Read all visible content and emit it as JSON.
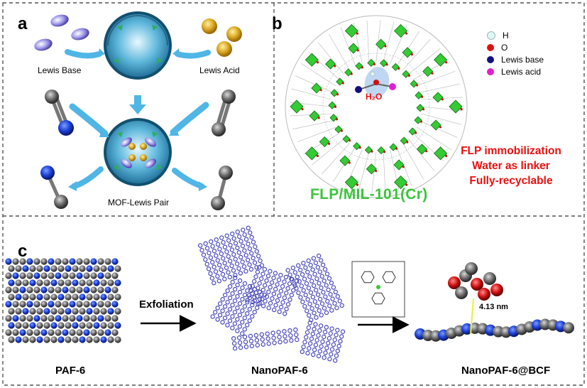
{
  "panels": {
    "a": {
      "letter": "a",
      "lewis_base": "Lewis Base",
      "lewis_acid": "Lewis Acid",
      "mof_pair": "MOF-Lewis Pair"
    },
    "b": {
      "letter": "b",
      "legend": [
        {
          "label": "H",
          "color": "#dff7f7"
        },
        {
          "label": "O",
          "color": "#e01010"
        },
        {
          "label": "Lewis base",
          "color": "#101080"
        },
        {
          "label": "Lewis acid",
          "color": "#e020d0"
        }
      ],
      "h2o": "H₂O",
      "features": [
        "FLP immobilization",
        "Water as linker",
        "Fully-recyclable"
      ],
      "framework_name": "FLP/MIL-101(Cr)"
    },
    "c": {
      "letter": "c",
      "step1": "Exfoliation",
      "labels": [
        "PAF-6",
        "NanoPAF-6",
        "NanoPAF-6@BCF"
      ],
      "distance": "4.13 nm"
    }
  },
  "colors": {
    "frame_border": "#555555",
    "arrow_blue": "#4fb6e6",
    "polyhedra_green": "#33cc33",
    "red_text": "#e8100f"
  }
}
